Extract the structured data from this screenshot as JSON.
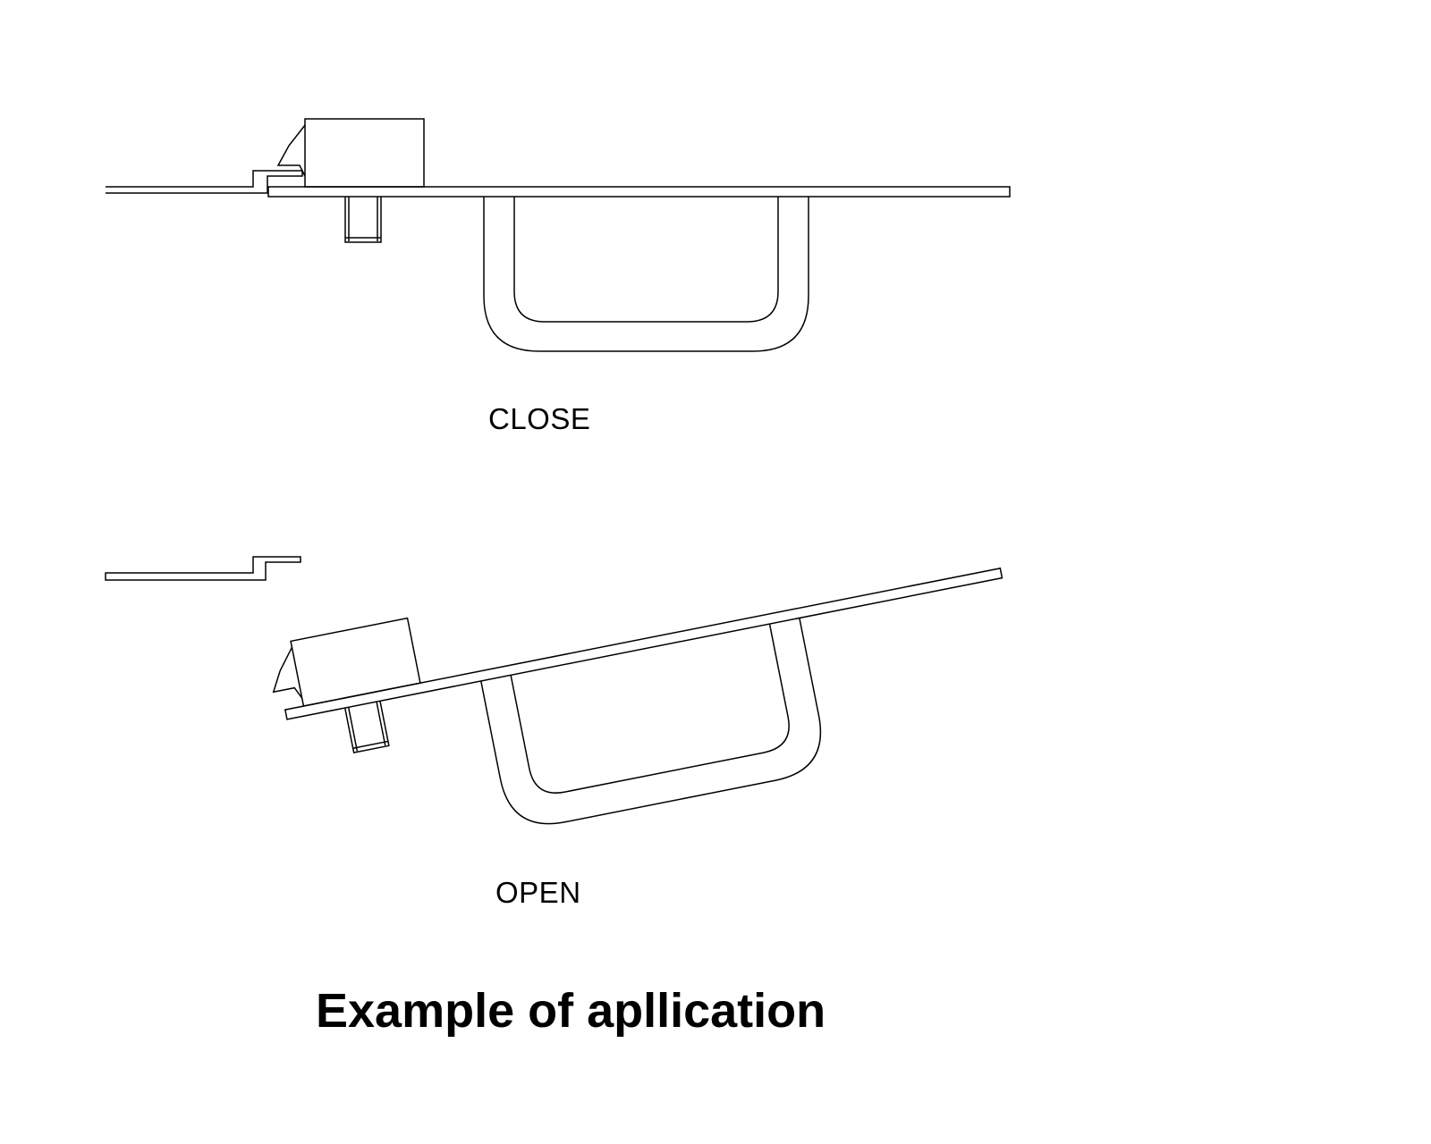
{
  "labels": {
    "close": "CLOSE",
    "open": "OPEN"
  },
  "caption": "Example of apllication",
  "colors": {
    "line": "#000000",
    "background": "#ffffff"
  }
}
